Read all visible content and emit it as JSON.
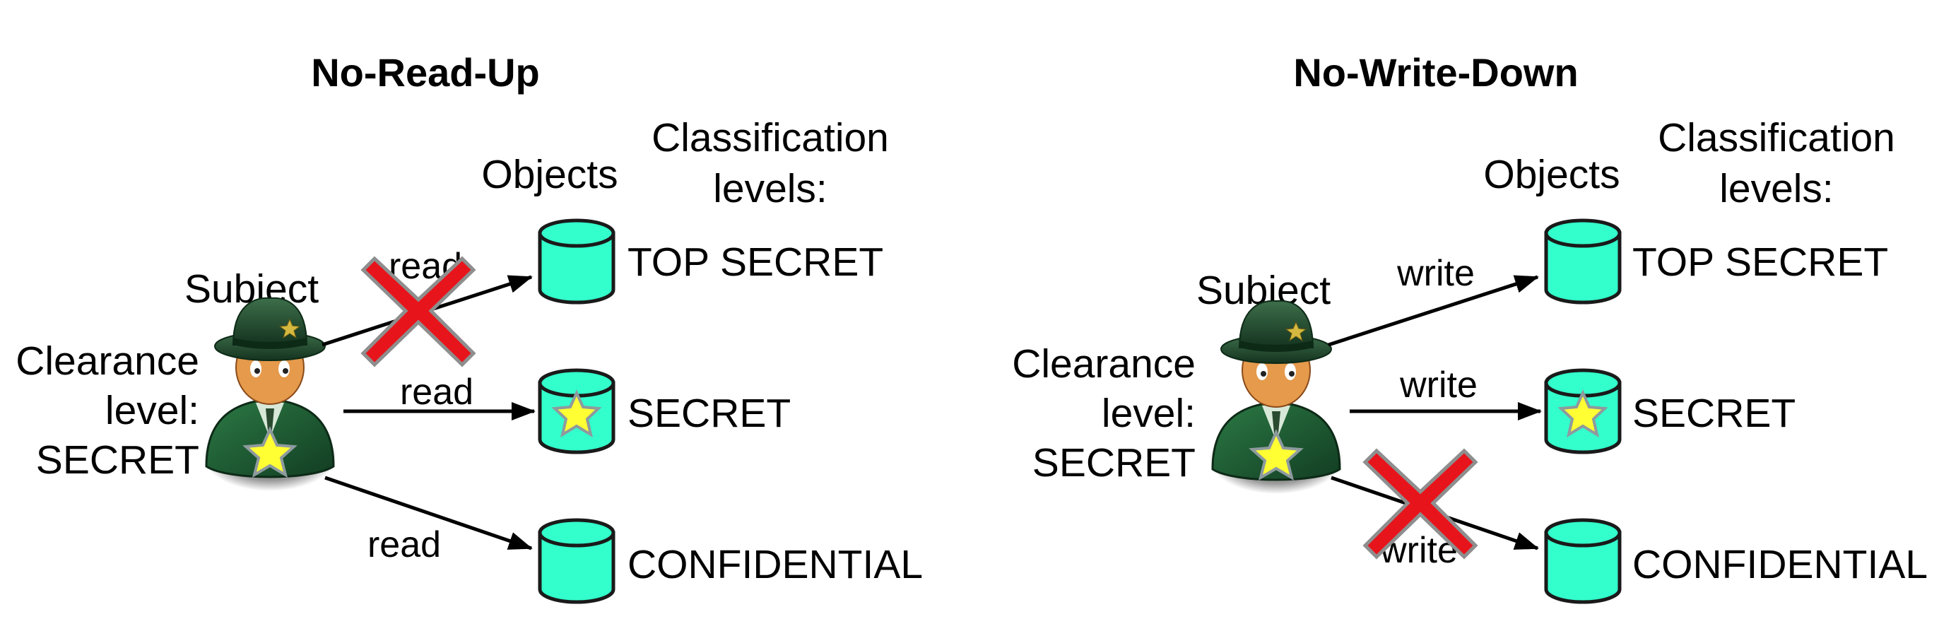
{
  "colors": {
    "object_fill": "#33FFCC",
    "object_stroke": "#1a1a1a",
    "cross": "#E8141B",
    "cross_outline": "#8E8E8E",
    "star": "#FFFF33",
    "star_outline": "#8E9A9E",
    "hat": "#1F4A2E",
    "coat": "#1E5A32",
    "skin": "#E59A4C"
  },
  "panels": [
    {
      "title": "No-Read-Up",
      "objects_label": "Objects",
      "classification_label": [
        "Classification",
        "levels:"
      ],
      "subject_label": "Subject",
      "clearance_label": [
        "Clearance",
        "level:",
        "SECRET"
      ],
      "levels": [
        "TOP SECRET",
        "SECRET",
        "CONFIDENTIAL"
      ],
      "edges": [
        {
          "label": "read",
          "target": "TOP SECRET",
          "blocked": true
        },
        {
          "label": "read",
          "target": "SECRET",
          "blocked": false
        },
        {
          "label": "read",
          "target": "CONFIDENTIAL",
          "blocked": false
        }
      ]
    },
    {
      "title": "No-Write-Down",
      "objects_label": "Objects",
      "classification_label": [
        "Classification",
        "levels:"
      ],
      "subject_label": "Subject",
      "clearance_label": [
        "Clearance",
        "level:",
        "SECRET"
      ],
      "levels": [
        "TOP SECRET",
        "SECRET",
        "CONFIDENTIAL"
      ],
      "edges": [
        {
          "label": "write",
          "target": "TOP SECRET",
          "blocked": false
        },
        {
          "label": "write",
          "target": "SECRET",
          "blocked": false
        },
        {
          "label": "write",
          "target": "CONFIDENTIAL",
          "blocked": true
        }
      ]
    }
  ]
}
